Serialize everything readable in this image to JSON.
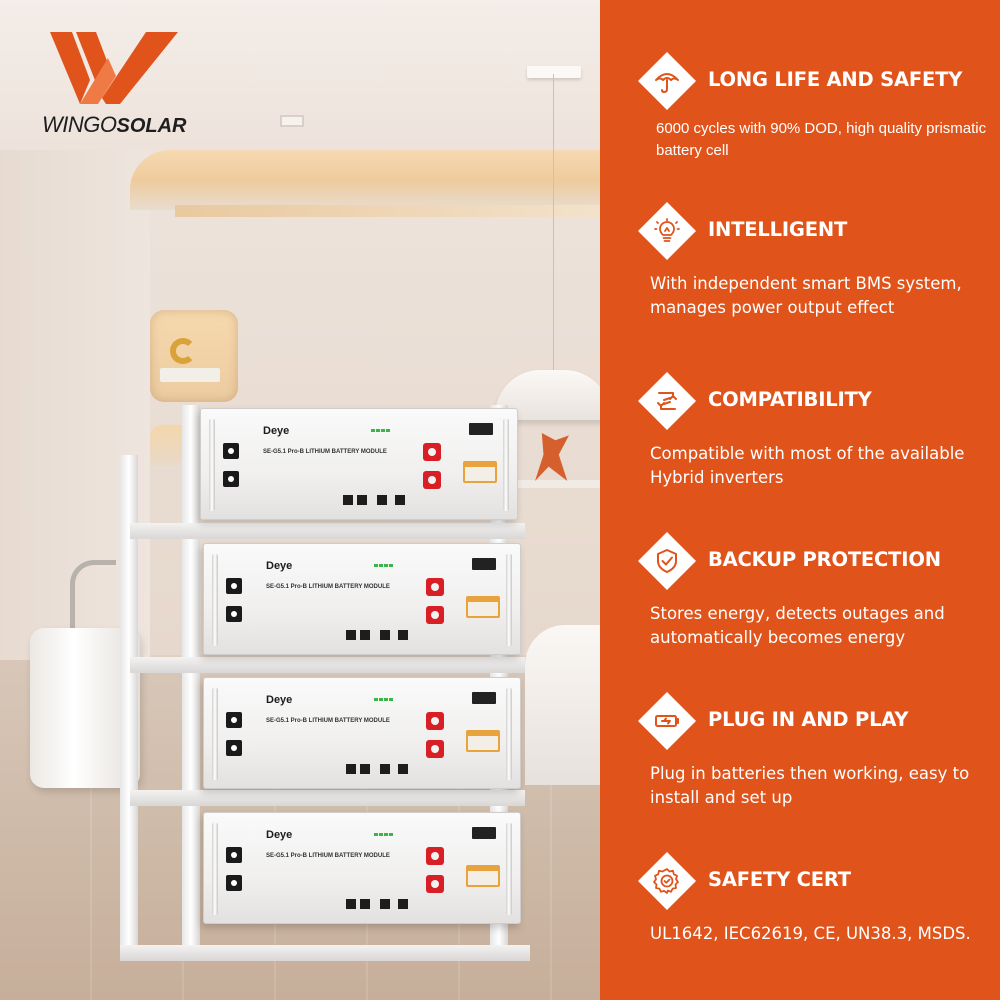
{
  "brand": {
    "logo_text_main": "WINGO",
    "logo_text_sub": "SOLAR",
    "logo_color": "#e0541c"
  },
  "product": {
    "module_brand": "Deye",
    "module_model": "SE-G5.1 Pro-B  LITHIUM BATTERY MODULE",
    "module_count": 4
  },
  "panel": {
    "background_color": "#e0541c",
    "features": [
      {
        "icon": "umbrella-icon",
        "title": "LONG LIFE AND SAFETY",
        "description": "6000 cycles with 90% DOD, high quality prismatic battery cell"
      },
      {
        "icon": "lightbulb-icon",
        "title": "INTELLIGENT",
        "description": "With independent smart BMS system,  manages power output effect"
      },
      {
        "icon": "exchange-icon",
        "title": "COMPATIBILITY",
        "description": "Compatible with most of the available Hybrid inverters"
      },
      {
        "icon": "shield-check-icon",
        "title": "BACKUP PROTECTION",
        "description": "Stores energy, detects outages and automatically becomes energy"
      },
      {
        "icon": "battery-icon",
        "title": "PLUG IN AND PLAY",
        "description": "Plug in batteries then working, easy to install and set up"
      },
      {
        "icon": "certificate-seal-icon",
        "title": "SAFETY CERT",
        "description": "UL1642, IEC62619, CE, UN38.3, MSDS."
      }
    ]
  }
}
